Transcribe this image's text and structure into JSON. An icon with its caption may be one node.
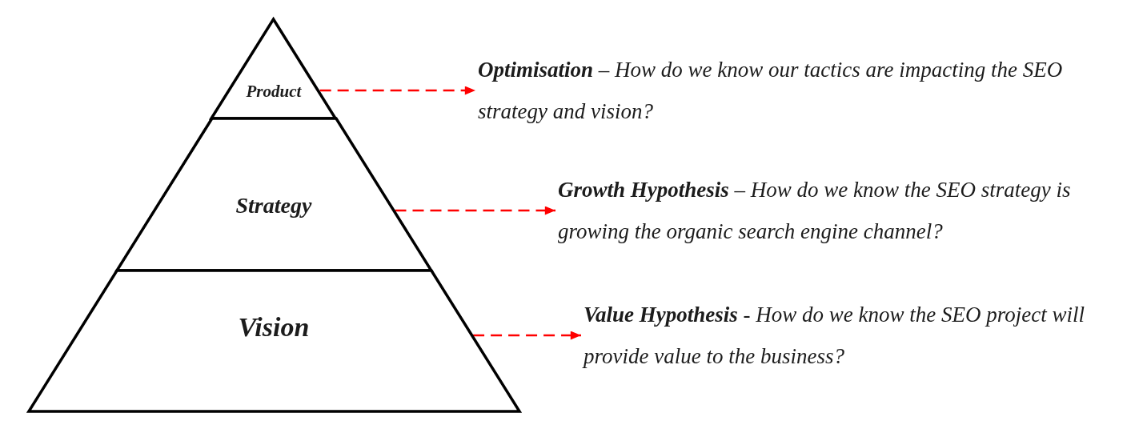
{
  "diagram": {
    "nodes": [
      {
        "text": [
          "Product"
        ]
      },
      {
        "text": [
          "Strategy"
        ]
      },
      {
        "text": [
          "Vision"
        ]
      },
      {
        "text": [
          "**Optimisation** – How do we know our tactics are impacting the SEO strategy and vision?"
        ]
      },
      {
        "text": [
          "**Growth Hypothesis** – How do we know the SEO strategy is growing the organic search engine channel?"
        ]
      },
      {
        "text": [
          "**Value Hypothesis** - How do we know the SEO project will provide value to the business?"
        ]
      }
    ],
    "edges": [
      {
        "from": 0,
        "to": 3,
        "arrow": "to",
        "style": "dashed"
      },
      {
        "from": 1,
        "to": 4,
        "arrow": "to",
        "style": "dashed"
      },
      {
        "from": 2,
        "to": 5,
        "arrow": "to",
        "style": "dashed"
      }
    ]
  }
}
